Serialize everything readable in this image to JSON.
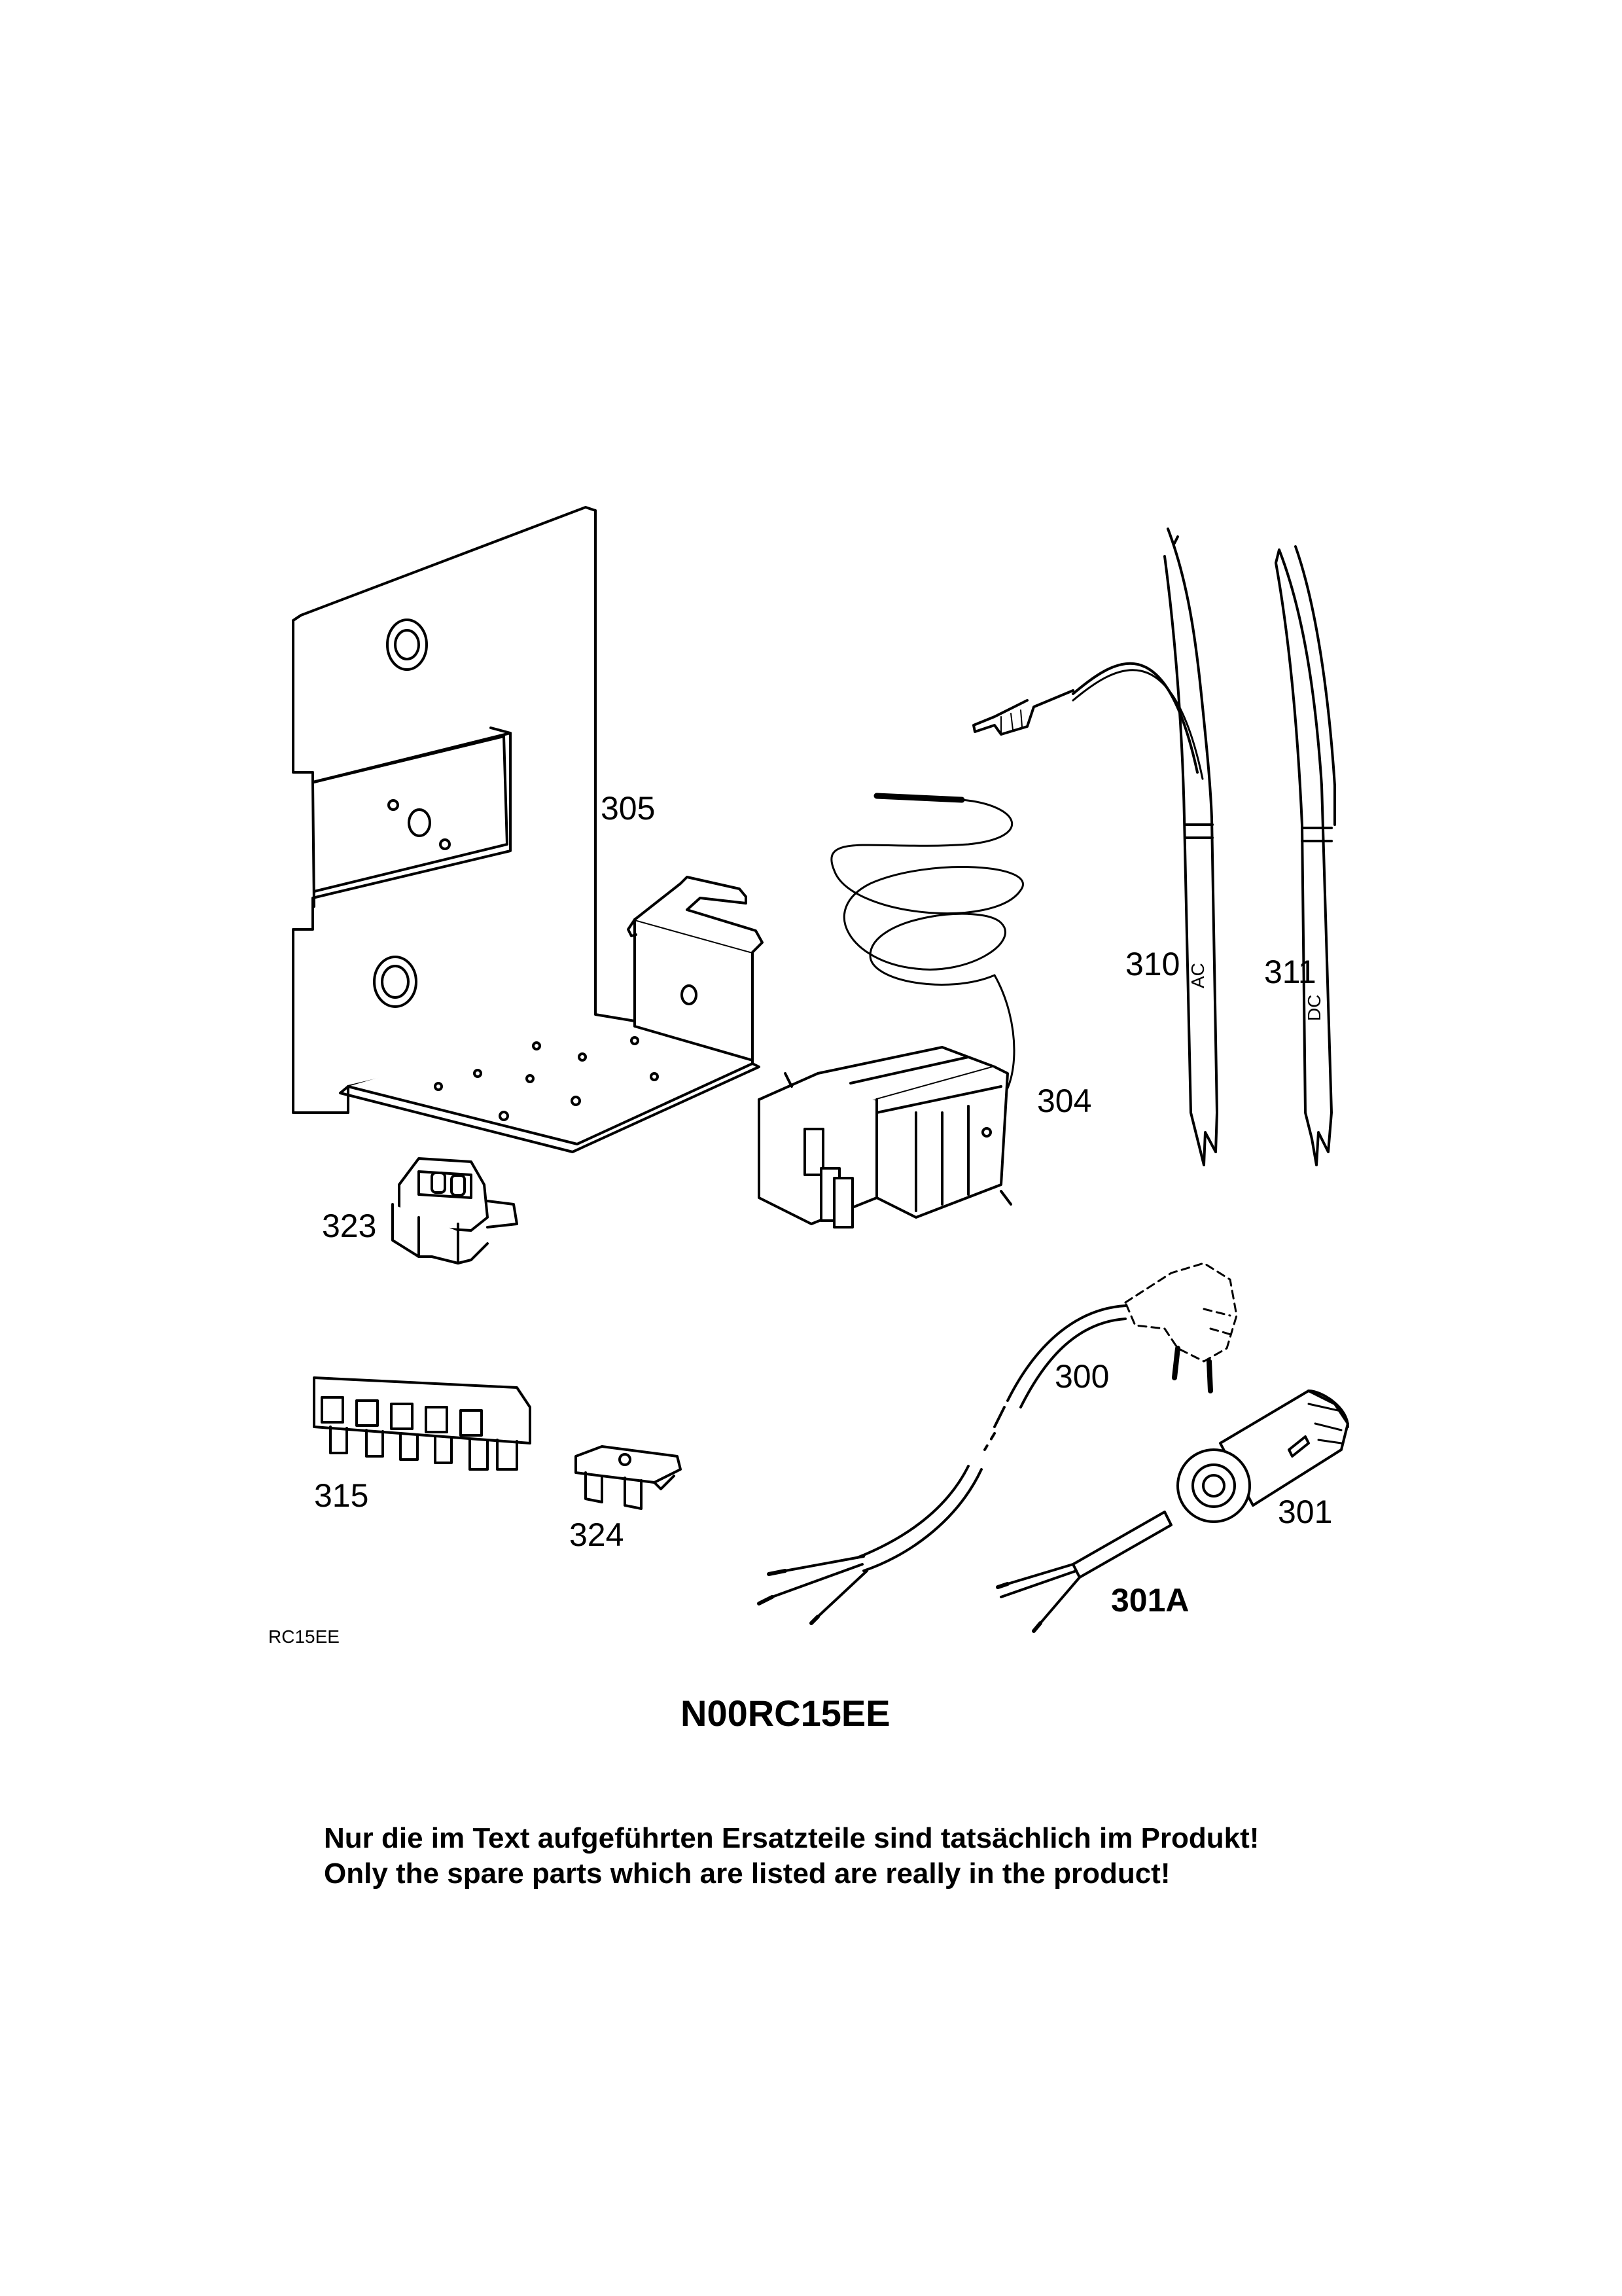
{
  "diagram": {
    "code_small": "RC15EE",
    "title": "N00RC15EE",
    "note_de": "Nur die im Text aufgeführten Ersatzteile sind tatsächlich im Produkt!",
    "note_en": "Only the spare parts which are listed are really in the product!"
  },
  "callouts": {
    "p300": "300",
    "p301": "301",
    "p301a": "301A",
    "p304": "304",
    "p305": "305",
    "p310": "310",
    "p311": "311",
    "p315": "315",
    "p323": "323",
    "p324": "324"
  },
  "cable_marks": {
    "ac": "AC",
    "dc": "DC"
  }
}
